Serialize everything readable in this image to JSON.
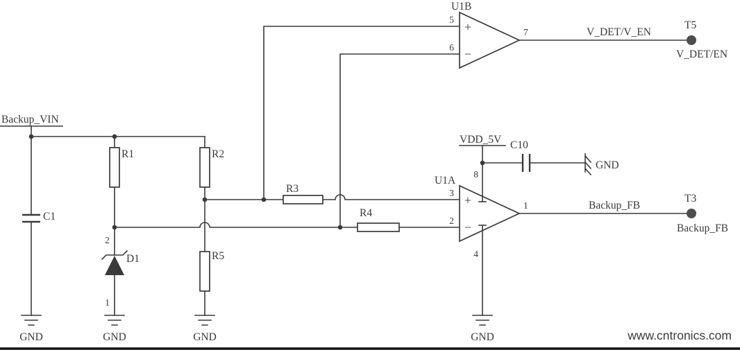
{
  "nets": {
    "backup_vin": "Backup_VIN",
    "vdd_5v": "VDD_5V",
    "v_det_out": "V_DET/V_EN",
    "backup_fb_out": "Backup_FB"
  },
  "terminals": {
    "t5": {
      "ref": "T5",
      "label": "V_DET/EN"
    },
    "t3": {
      "ref": "T3",
      "label": "Backup_FB"
    }
  },
  "opamps": {
    "u1b": {
      "ref": "U1B",
      "pin_noninv": "5",
      "pin_inv": "6",
      "pin_out": "7",
      "plus": "+",
      "minus": "−"
    },
    "u1a": {
      "ref": "U1A",
      "pin_noninv": "3",
      "pin_inv": "2",
      "pin_out": "1",
      "pin_vplus": "8",
      "pin_vminus": "4",
      "plus": "+",
      "minus": "−"
    }
  },
  "resistors": {
    "r1": "R1",
    "r2": "R2",
    "r3": "R3",
    "r4": "R4",
    "r5": "R5"
  },
  "capacitors": {
    "c1": "C1",
    "c10": "C10"
  },
  "diode": {
    "ref": "D1",
    "pin_cathode": "2",
    "pin_anode": "1"
  },
  "ground_label": "GND",
  "watermark": {
    "text": "www.cntronics.com",
    "color": "#a9d6a3"
  }
}
